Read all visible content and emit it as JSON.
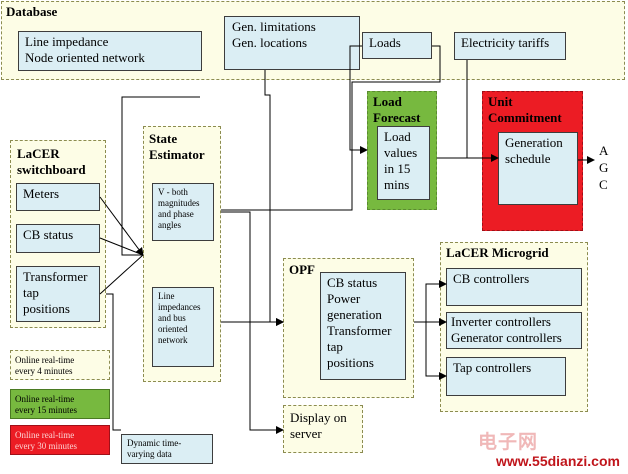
{
  "database": {
    "title": "Database",
    "line_impedance": "Line impedance\nNode oriented network",
    "gen": "Gen. limitations\nGen. locations",
    "loads": "Loads",
    "tariffs": "Electricity tariffs"
  },
  "switchboard": {
    "title": "LaCER\nswitchboard",
    "meters": "Meters",
    "cb_status": "CB status",
    "transformer": "Transformer\ntap\npositions"
  },
  "state_estimator": {
    "title": "State\nEstimator",
    "v_box": "V -  both\nmagnitudes\nand phase\nangles",
    "line_box": "Line\nimpedances\nand bus\noriented\nnetwork"
  },
  "load_forecast": {
    "title": "Load\nForecast",
    "values": "Load\nvalues\nin 15\nmins"
  },
  "unit_commitment": {
    "title": "Unit\nCommitment",
    "schedule": "Generation\nschedule"
  },
  "agc": {
    "a": "A",
    "g": "G",
    "c": "C"
  },
  "opf": {
    "title": "OPF",
    "body": "CB status\nPower\ngeneration\nTransformer\ntap\npositions"
  },
  "microgrid": {
    "title": "LaCER Microgrid",
    "cb_controllers": "CB controllers",
    "inverter": "Inverter controllers\nGenerator controllers",
    "tap": "Tap controllers"
  },
  "display": "Display on\nserver",
  "dynamic": "Dynamic time-\nvarying data",
  "legend": {
    "l4": "Online real-time\nevery 4 minutes",
    "l15": "Online real-time\nevery 15 minutes",
    "l30": "Online real-time\nevery 30 minutes"
  },
  "watermark": {
    "cn": "电子网",
    "url": "www.55dianzi.com"
  },
  "colors": {
    "database_bg": "#fdfde6",
    "box_blue": "#dbeef4",
    "yellow_bg": "#fdfde6",
    "green": "#77b93f",
    "red": "#ec1c24",
    "legend_yellow": "#fdfde6"
  }
}
